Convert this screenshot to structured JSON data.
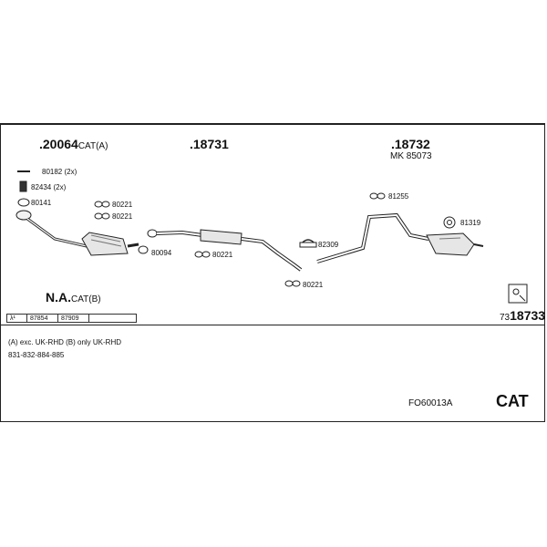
{
  "parts": {
    "part_20064": {
      "num": ".20064",
      "suffix": "CAT(A)"
    },
    "part_18731": {
      "num": ".18731"
    },
    "part_18732": {
      "num": ".18732",
      "sub": "MK  85073"
    },
    "part_na": {
      "num": "N.A.",
      "suffix": "CAT(B)"
    },
    "part_18733": {
      "prefix": "73",
      "num": "18733"
    }
  },
  "small_labels": {
    "l80182": "80182 (2x)",
    "l82434": "82434 (2x)",
    "l80141": "80141",
    "l80221a": "80221",
    "l80221b": "80221",
    "l80094": "80094",
    "l80221c": "80221",
    "l82309": "82309",
    "l80221d": "80221",
    "l81255": "81255",
    "l81319": "81319"
  },
  "lambda_row": {
    "symbol": "λ¹",
    "cells": [
      "87854",
      "87909"
    ]
  },
  "notes": {
    "line1": "(A) exc. UK-RHD    (B) only UK-RHD",
    "line2": "831-832-884-885"
  },
  "footer": {
    "code": "FO60013A",
    "type": "CAT"
  }
}
